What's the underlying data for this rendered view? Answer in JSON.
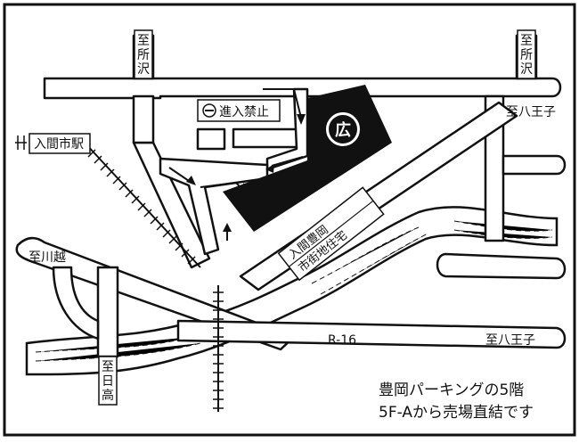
{
  "map": {
    "direction_labels": {
      "tokorozawa_left": "至所沢",
      "tokorozawa_right": "至所沢",
      "hachioji_upper": "至八王子",
      "hachioji_lower": "至八王子",
      "kawagoe": "至川越",
      "hidaka": "至日高"
    },
    "route_label": "R-16",
    "station_label": "入間市駅",
    "no_entry_label": "進入禁止",
    "housing_label_line1": "入間豊岡",
    "housing_label_line2": "市街地住宅",
    "store_mark": "広",
    "note_line1": "豊岡パーキングの5階",
    "note_line2": "5F-Aから売場直結です",
    "colors": {
      "ink": "#111111",
      "paper": "#ffffff",
      "river_fill": "#ffffff"
    }
  }
}
